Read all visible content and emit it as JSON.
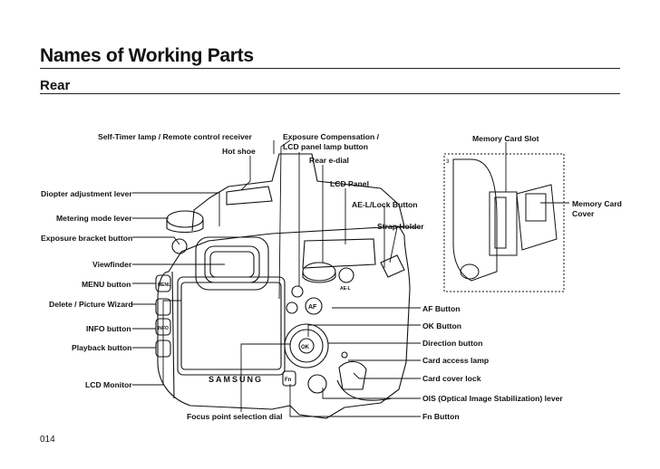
{
  "page": {
    "title": "Names of Working Parts",
    "section": "Rear",
    "page_number": "014"
  },
  "labels": {
    "self_timer": "Self-Timer lamp / Remote control receiver",
    "exposure_comp_1": "Exposure Compensation /",
    "exposure_comp_2": "LCD panel lamp button",
    "memory_card_slot": "Memory Card Slot",
    "hot_shoe": "Hot shoe",
    "rear_e_dial": "Rear e-dial",
    "lcd_panel": "LCD Panel",
    "diopter": "Diopter adjustment lever",
    "ae_l_lock": "AE-L/Lock Button",
    "metering_mode": "Metering mode lever",
    "strap_holder": "Strap Holder",
    "exposure_bracket": "Exposure bracket button",
    "viewfinder": "Viewfinder",
    "menu_button": "MENU button",
    "delete_picture_wizard": "Delete / Picture Wizard",
    "info_button": "INFO button",
    "playback_button": "Playback button",
    "lcd_monitor": "LCD Monitor",
    "af_button": "AF Button",
    "ok_button": "OK Button",
    "direction_button": "Direction button",
    "card_access_lamp": "Card access lamp",
    "card_cover_lock": "Card cover lock",
    "ois_lever": "OIS (Optical Image Stabilization) lever",
    "fn_button": "Fn Button",
    "focus_dial": "Focus point selection dial",
    "memory_card_cover_1": "Memory Card",
    "memory_card_cover_2": "Cover"
  },
  "camera_marks": {
    "brand": "SAMSUNG",
    "menu": "MENU",
    "info": "INFO",
    "af": "AF",
    "ok": "OK",
    "fn": "Fn",
    "ae_l": "AE-L"
  }
}
